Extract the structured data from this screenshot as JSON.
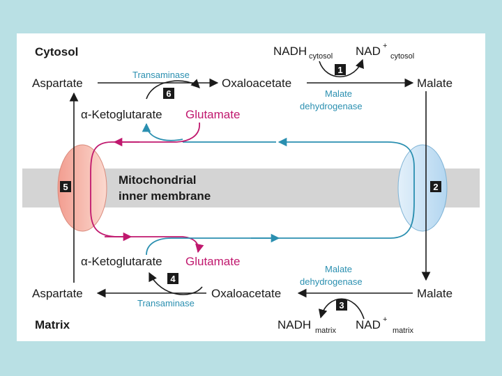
{
  "compartments": {
    "top": "Cytosol",
    "bottom": "Matrix"
  },
  "membrane_label": {
    "line1": "Mitochondrial",
    "line2": "inner membrane"
  },
  "cytosol": {
    "aspartate": "Aspartate",
    "oxaloacetate": "Oxaloacetate",
    "malate": "Malate",
    "ketoglutarate": "α-Ketoglutarate",
    "glutamate": "Glutamate",
    "transaminase": "Transaminase",
    "malate_dh_line1": "Malate",
    "malate_dh_line2": "dehydrogenase",
    "nadh": "NADH",
    "nadh_sub": "cytosol",
    "nad": "NAD",
    "nad_sup": "+",
    "nad_sub": "cytosol"
  },
  "matrix": {
    "aspartate": "Aspartate",
    "oxaloacetate": "Oxaloacetate",
    "malate": "Malate",
    "ketoglutarate": "α-Ketoglutarate",
    "glutamate": "Glutamate",
    "transaminase": "Transaminase",
    "malate_dh_line1": "Malate",
    "malate_dh_line2": "dehydrogenase",
    "nadh": "NADH",
    "nadh_sub": "matrix",
    "nad": "NAD",
    "nad_sup": "+",
    "nad_sub": "matrix"
  },
  "steps": [
    "1",
    "2",
    "3",
    "4",
    "5",
    "6"
  ],
  "colors": {
    "background": "#b9e0e4",
    "panel": "#ffffff",
    "membrane_band": "#d4d4d4",
    "transporter_left": "#f5b9ac",
    "transporter_right": "#c8e2f5",
    "blue": "#2a8fb0",
    "magenta": "#c0186e",
    "step_box": "#1a1a1a"
  }
}
